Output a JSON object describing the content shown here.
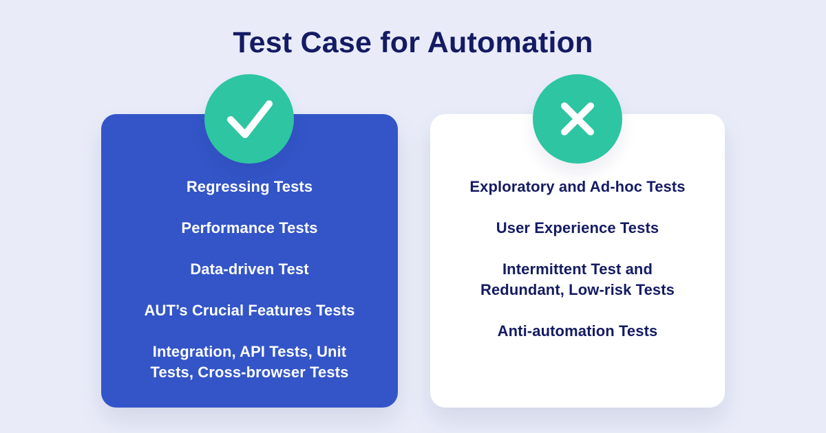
{
  "title": "Test Case for Automation",
  "colors": {
    "background": "#E9ECF8",
    "navy": "#141B63",
    "card-blue": "#3355C7",
    "accent-green": "#2EC5A2",
    "white": "#FFFFFF"
  },
  "cards": [
    {
      "name": "tests-to-automate",
      "icon": "check-icon",
      "items": [
        "Regressing Tests",
        "Performance Tests",
        "Data-driven Test",
        "AUT’s Crucial Features Tests",
        "Integration, API Tests, Unit\nTests, Cross-browser Tests"
      ]
    },
    {
      "name": "tests-not-to-automate",
      "icon": "cross-icon",
      "items": [
        "Exploratory and Ad-hoc Tests",
        "User Experience Tests",
        "Intermittent Test and\nRedundant, Low-risk Tests",
        "Anti-automation Tests"
      ]
    }
  ]
}
